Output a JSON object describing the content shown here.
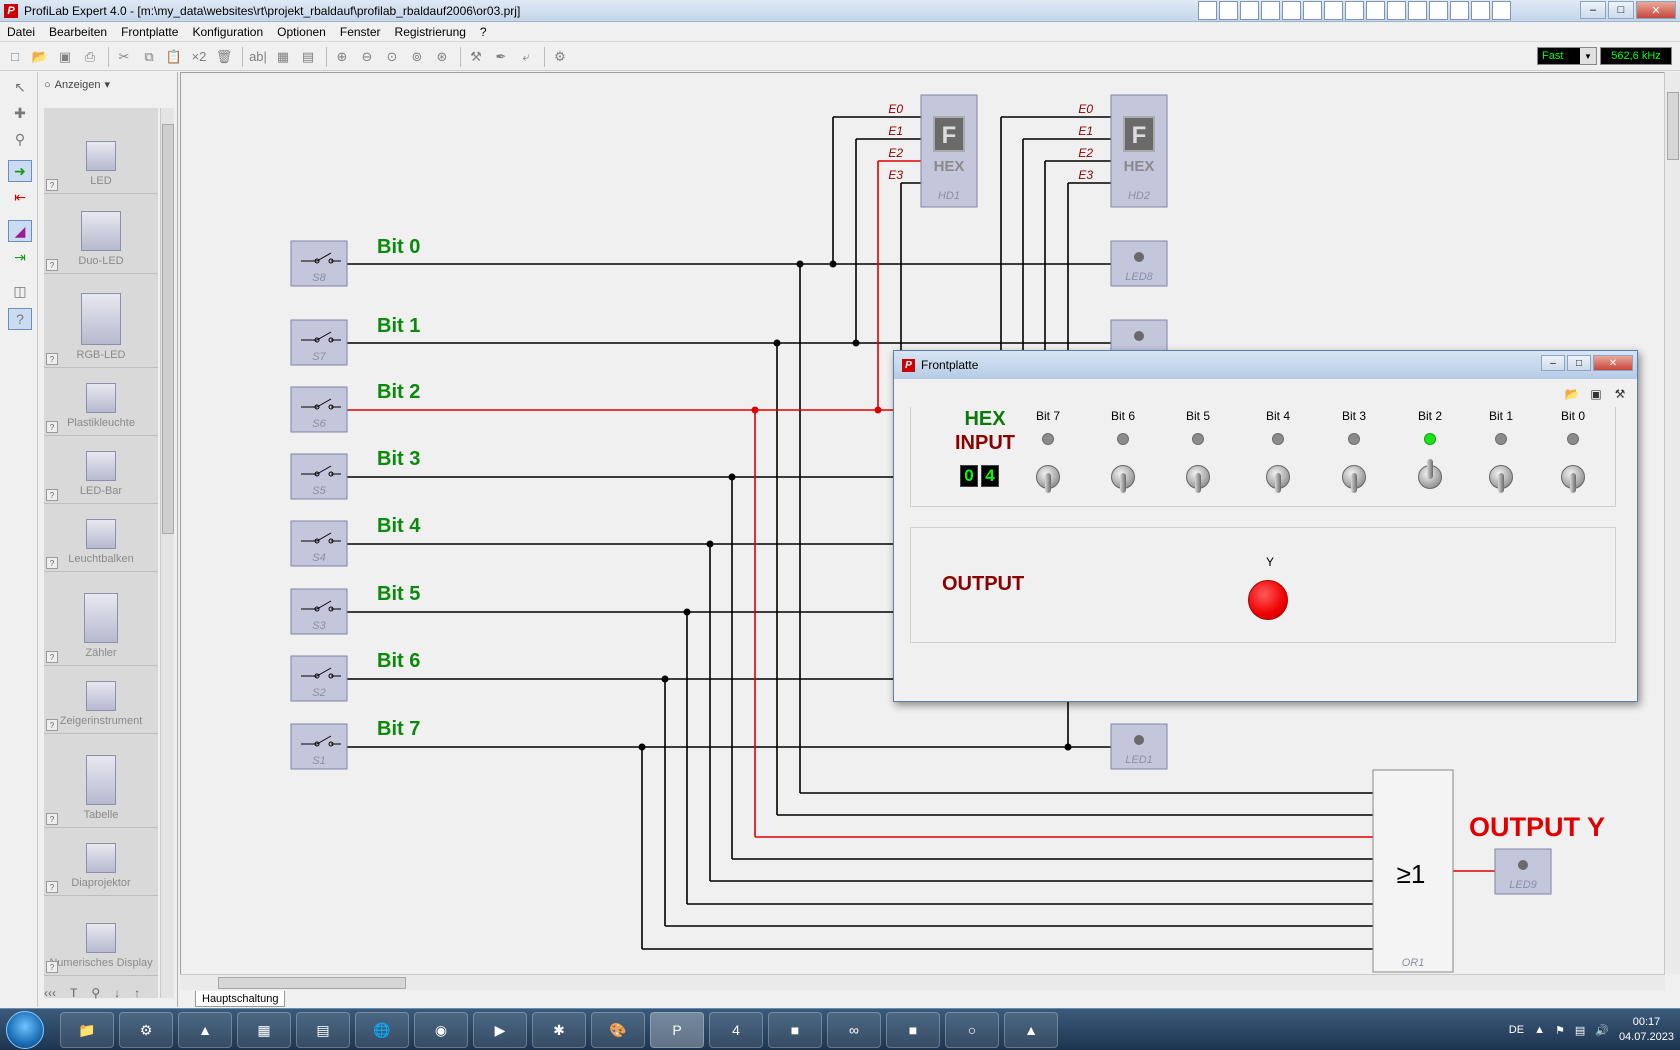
{
  "window": {
    "title": "ProfiLab Expert 4.0 - [m:\\my_data\\websites\\rt\\projekt_rbaldauf\\profilab_rbaldauf2006\\or03.prj]",
    "logo": "P"
  },
  "menu": [
    "Datei",
    "Bearbeiten",
    "Frontplatte",
    "Konfiguration",
    "Optionen",
    "Fenster",
    "Registrierung",
    "?"
  ],
  "toolbar": {
    "x2_label": "×2",
    "ab_label": "ab|",
    "speed": "Fast",
    "frequency": "562,6 kHz"
  },
  "library": {
    "view_label": "Anzeigen",
    "items": [
      {
        "label": "LED",
        "code": "LED0"
      },
      {
        "label": "Duo-LED",
        "code": "DLED0"
      },
      {
        "label": "RGB-LED",
        "code": "RGB0"
      },
      {
        "label": "Plastikleuchte",
        "code": "LA0"
      },
      {
        "label": "LED-Bar",
        "code": "LB0"
      },
      {
        "label": "Leuchtbalken",
        "code": "LB0"
      },
      {
        "label": "Zähler",
        "code": "CO0"
      },
      {
        "label": "Zeigerinstrument",
        "code": "MI0"
      },
      {
        "label": "Tabelle",
        "code": "TAB0"
      },
      {
        "label": "Diaprojektor",
        "code": "PJ0"
      },
      {
        "label": "Numerisches Display",
        "code": "ND0"
      }
    ],
    "help_glyph": "?"
  },
  "circuit": {
    "bits": [
      "Bit 0",
      "Bit 1",
      "Bit 2",
      "Bit 3",
      "Bit 4",
      "Bit 5",
      "Bit 6",
      "Bit 7"
    ],
    "switches": [
      "S8",
      "S7",
      "S6",
      "S5",
      "S4",
      "S3",
      "S2",
      "S1"
    ],
    "hex1": {
      "letter": "F",
      "word": "HEX",
      "name": "HD1",
      "inputs": [
        "E0",
        "E1",
        "E2",
        "E3"
      ]
    },
    "hex2": {
      "letter": "F",
      "word": "HEX",
      "name": "HD2",
      "inputs": [
        "E0",
        "E1",
        "E2",
        "E3"
      ]
    },
    "leds": [
      "LED8",
      "LED1",
      "LED9"
    ],
    "or_gate": {
      "symbol": "≥1",
      "name": "OR1"
    },
    "output_label": "OUTPUT Y",
    "sheet_tab": "Hauptschaltung",
    "colors": {
      "wire": "#000000",
      "active_wire": "#e00000",
      "label_green": "#0a8a0a",
      "output_red": "#e00000"
    }
  },
  "frontpanel": {
    "title": "Frontplatte",
    "hex_word": "HEX",
    "input_word": "INPUT",
    "digits": [
      "0",
      "4"
    ],
    "bits": [
      {
        "label": "Bit 7",
        "on": false
      },
      {
        "label": "Bit 6",
        "on": false
      },
      {
        "label": "Bit 5",
        "on": false
      },
      {
        "label": "Bit 4",
        "on": false
      },
      {
        "label": "Bit 3",
        "on": false
      },
      {
        "label": "Bit 2",
        "on": true
      },
      {
        "label": "Bit 1",
        "on": false
      },
      {
        "label": "Bit 0",
        "on": false
      }
    ],
    "output_title": "OUTPUT",
    "output_label": "Y",
    "output_on": true
  },
  "taskbar": {
    "lang": "DE",
    "time": "00:17",
    "date": "04.07.2023"
  }
}
